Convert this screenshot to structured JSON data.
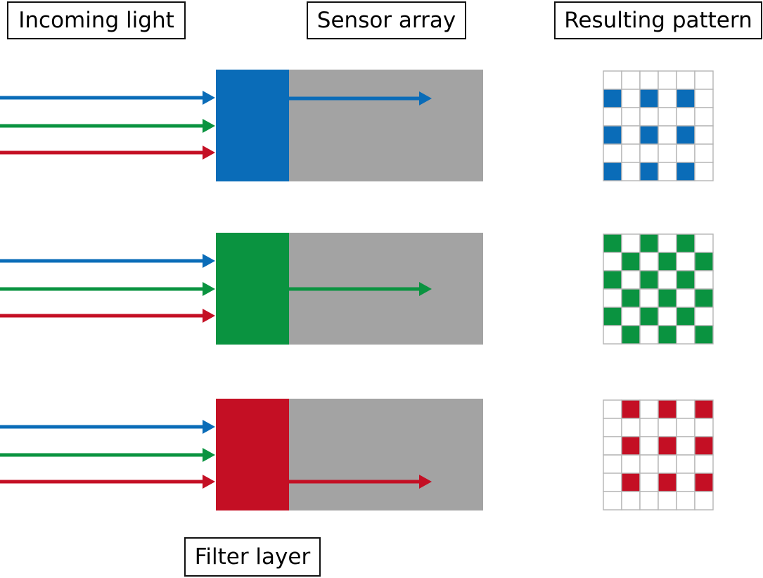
{
  "labels": {
    "incoming_light": "Incoming light",
    "sensor_array": "Sensor array",
    "resulting_pattern": "Resulting pattern",
    "filter_layer": "Filter layer"
  },
  "colors": {
    "blue": "#0a6cb8",
    "green": "#0a9340",
    "red": "#c40f24",
    "sensor_gray": "#a3a3a3",
    "grid_line": "#b5b5b5"
  },
  "incoming_arrow_order": [
    "blue",
    "green",
    "red"
  ],
  "rows": [
    {
      "filter": "blue",
      "passed": "blue",
      "pattern": [
        "000000",
        "101010",
        "000000",
        "101010",
        "000000",
        "101010"
      ]
    },
    {
      "filter": "green",
      "passed": "green",
      "pattern": [
        "101010",
        "010101",
        "101010",
        "010101",
        "101010",
        "010101"
      ]
    },
    {
      "filter": "red",
      "passed": "red",
      "pattern": [
        "010101",
        "000000",
        "010101",
        "000000",
        "010101",
        "000000"
      ]
    }
  ]
}
